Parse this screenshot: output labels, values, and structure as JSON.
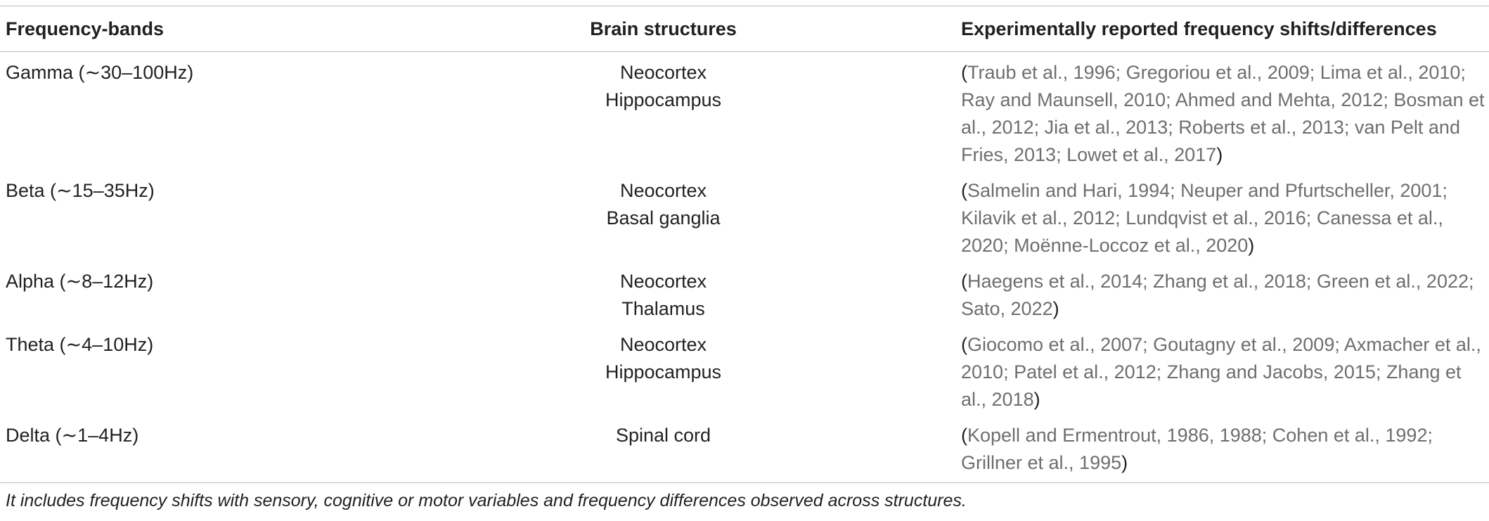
{
  "header": {
    "col1": "Frequency-bands",
    "col2": "Brain structures",
    "col3": "Experimentally reported frequency shifts/differences"
  },
  "rows": [
    {
      "band": "Gamma (∼30–100Hz)",
      "structures": [
        "Neocortex",
        "Hippocampus"
      ],
      "refs": "Traub et al., 1996; Gregoriou et al., 2009; Lima et al., 2010; Ray and Maunsell, 2010; Ahmed and Mehta, 2012; Bosman et al., 2012; Jia et al., 2013; Roberts et al., 2013; van Pelt and Fries, 2013; Lowet et al., 2017"
    },
    {
      "band": "Beta (∼15–35Hz)",
      "structures": [
        "Neocortex",
        "Basal ganglia"
      ],
      "refs": "Salmelin and Hari, 1994; Neuper and Pfurtscheller, 2001; Kilavik et al., 2012; Lundqvist et al., 2016; Canessa et al., 2020; Moënne-Loccoz et al., 2020"
    },
    {
      "band": "Alpha (∼8–12Hz)",
      "structures": [
        "Neocortex",
        "Thalamus"
      ],
      "refs": "Haegens et al., 2014; Zhang et al., 2018; Green et al., 2022; Sato, 2022"
    },
    {
      "band": "Theta (∼4–10Hz)",
      "structures": [
        "Neocortex",
        "Hippocampus"
      ],
      "refs": "Giocomo et al., 2007; Goutagny et al., 2009; Axmacher et al., 2010; Patel et al., 2012; Zhang and Jacobs, 2015; Zhang et al., 2018"
    },
    {
      "band": "Delta (∼1–4Hz)",
      "structures": [
        "Spinal cord"
      ],
      "refs": "Kopell and Ermentrout, 1986, 1988; Cohen et al., 1992; Grillner et al., 1995"
    }
  ],
  "footnote": "It includes frequency shifts with sensory, cognitive or motor variables and frequency differences observed across structures."
}
